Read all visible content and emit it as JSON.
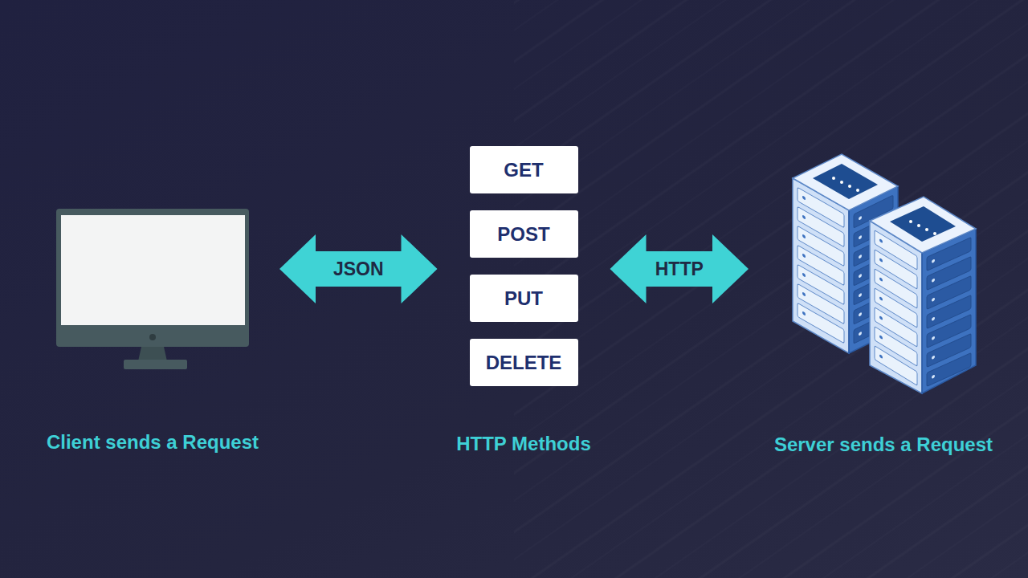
{
  "diagram": {
    "nodes": [
      {
        "text": [
          "Client sends a Request"
        ]
      },
      {
        "text": [
          "HTTP Methods"
        ]
      },
      {
        "text": [
          "GET"
        ],
        "in": 1
      },
      {
        "text": [
          "POST"
        ],
        "in": 1
      },
      {
        "text": [
          "PUT"
        ],
        "in": 1
      },
      {
        "text": [
          "DELETE"
        ],
        "in": 1
      },
      {
        "text": [
          "Server sends a Request"
        ]
      }
    ],
    "edges": [
      {
        "from": 0,
        "to": 1,
        "label": "JSON",
        "arrow": "both"
      },
      {
        "from": 1,
        "to": 6,
        "label": "HTTP",
        "arrow": "both"
      }
    ]
  }
}
